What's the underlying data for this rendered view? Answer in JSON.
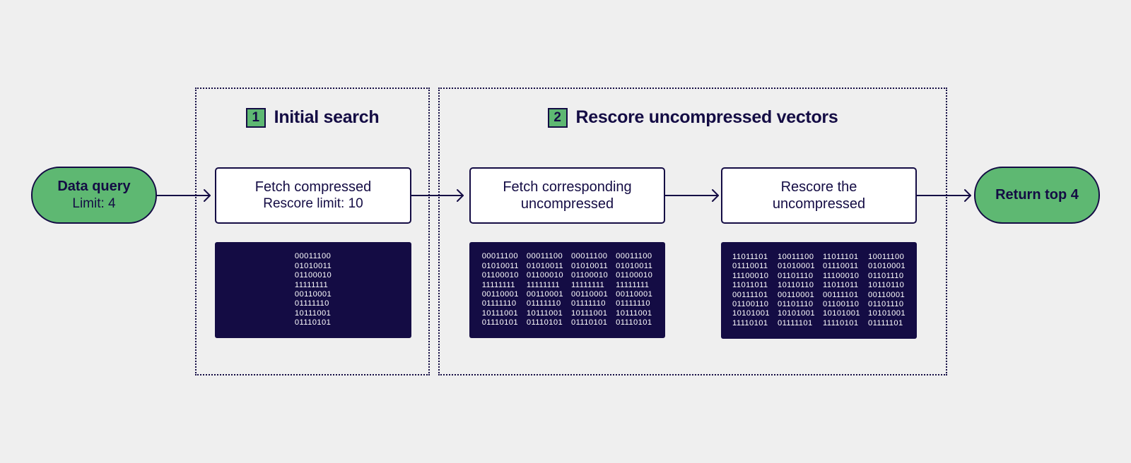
{
  "groups": [
    {
      "number": "1",
      "title": "Initial search"
    },
    {
      "number": "2",
      "title": "Rescore uncompressed vectors"
    }
  ],
  "start": {
    "title": "Data query",
    "subtitle": "Limit: 4"
  },
  "end": {
    "title": "Return top 4"
  },
  "steps": [
    {
      "title": "Fetch compressed",
      "subtitle": "Rescore limit: 10"
    },
    {
      "title": "Fetch corresponding",
      "subtitle": "uncompressed"
    },
    {
      "title": "Rescore the",
      "subtitle": "uncompressed"
    }
  ],
  "vectors": {
    "compressed": [
      [
        "00011100",
        "01010011",
        "01100010",
        "11111111",
        "00110001",
        "01111110",
        "10111001",
        "01110101"
      ]
    ],
    "fetched": [
      [
        "00011100",
        "01010011",
        "01100010",
        "11111111",
        "00110001",
        "01111110",
        "10111001",
        "01110101"
      ],
      [
        "00011100",
        "01010011",
        "01100010",
        "11111111",
        "00110001",
        "01111110",
        "10111001",
        "01110101"
      ],
      [
        "00011100",
        "01010011",
        "01100010",
        "11111111",
        "00110001",
        "01111110",
        "10111001",
        "01110101"
      ],
      [
        "00011100",
        "01010011",
        "01100010",
        "11111111",
        "00110001",
        "01111110",
        "10111001",
        "01110101"
      ]
    ],
    "rescored": [
      [
        "11011101",
        "01110011",
        "11100010",
        "11011011",
        "00111101",
        "01100110",
        "10101001",
        "11110101"
      ],
      [
        "10011100",
        "01010001",
        "01101110",
        "10110110",
        "00110001",
        "01101110",
        "10101001",
        "01111101"
      ],
      [
        "11011101",
        "01110011",
        "11100010",
        "11011011",
        "00111101",
        "01100110",
        "10101001",
        "11110101"
      ],
      [
        "10011100",
        "01010001",
        "01101110",
        "10110110",
        "00110001",
        "01101110",
        "10101001",
        "01111101"
      ]
    ]
  },
  "colors": {
    "navy": "#140c44",
    "green": "#5eb872",
    "background": "#efefef",
    "box": "#ffffff"
  }
}
